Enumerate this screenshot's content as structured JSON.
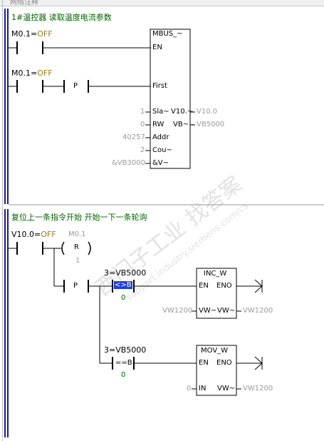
{
  "header": {
    "title": "网络注释"
  },
  "networks": [
    {
      "comment": "1#温控器 读取温度电流参数",
      "contacts": [
        {
          "address": "M0.1",
          "state": "OFF"
        },
        {
          "address": "M0.1",
          "state": "OFF",
          "edge": "P"
        }
      ],
      "block": {
        "name": "MBUS_~",
        "enable_pin": "EN",
        "first_pin": "First",
        "pins": [
          {
            "name": "Sla~",
            "input": "1",
            "out_name": "V10.~",
            "output": "V10.0"
          },
          {
            "name": "RW",
            "input": "0",
            "out_name": "VB~",
            "output": "VB5000"
          },
          {
            "name": "Addr",
            "input": "40257"
          },
          {
            "name": "Cou~",
            "input": "2"
          },
          {
            "name": "&V~",
            "input": "&VB3000"
          }
        ]
      }
    },
    {
      "comment": "复位上一条指令开始    开始一下一条轮询",
      "contact": {
        "address": "V10.0",
        "state": "OFF"
      },
      "reset_coil": {
        "address": "M0.1",
        "label": "R",
        "count": "1"
      },
      "edge": "P",
      "compare1": {
        "top": "3=VB5000",
        "op": "<>B",
        "bottom": "0"
      },
      "compare2": {
        "top": "3=VB5000",
        "op": "==B",
        "bottom": "0"
      },
      "inc_block": {
        "name": "INC_W",
        "en": "EN",
        "eno": "ENO",
        "in_val": "VW1200",
        "in_pin": "VW~",
        "out_pin": "VW~",
        "out_val": "VW1200"
      },
      "mov_block": {
        "name": "MOV_W",
        "en": "EN",
        "eno": "ENO",
        "in_val": "0",
        "in_pin": "IN",
        "out_pin": "VW~",
        "out_val": "VW1200"
      }
    }
  ],
  "watermark": {
    "text1": "西门子工业",
    "text2": "找答案",
    "text3": "support.industry.siemens.com/cs"
  },
  "colors": {
    "rail": "#1a1aa0",
    "wire": "#000000",
    "highlight": "#1f3fd6",
    "offText": "#9a7a1a",
    "comment": "#006400",
    "gray": "#9a9a9a"
  }
}
